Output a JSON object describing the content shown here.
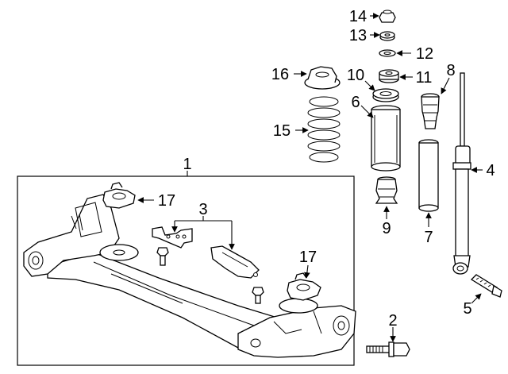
{
  "callouts": [
    {
      "id": "c1",
      "text": "1"
    },
    {
      "id": "c2",
      "text": "2"
    },
    {
      "id": "c3",
      "text": "3"
    },
    {
      "id": "c4",
      "text": "4"
    },
    {
      "id": "c5",
      "text": "5"
    },
    {
      "id": "c6",
      "text": "6"
    },
    {
      "id": "c7",
      "text": "7"
    },
    {
      "id": "c8",
      "text": "8"
    },
    {
      "id": "c9",
      "text": "9"
    },
    {
      "id": "c10",
      "text": "10"
    },
    {
      "id": "c11",
      "text": "11"
    },
    {
      "id": "c12",
      "text": "12"
    },
    {
      "id": "c13",
      "text": "13"
    },
    {
      "id": "c14",
      "text": "14"
    },
    {
      "id": "c15",
      "text": "15"
    },
    {
      "id": "c16",
      "text": "16"
    },
    {
      "id": "c17a",
      "text": "17"
    },
    {
      "id": "c17b",
      "text": "17"
    }
  ],
  "parts": {
    "1": "rear-axle-beam",
    "2": "axle-mount-bolt",
    "3": "heat-shield-brackets",
    "4": "shock-absorber",
    "5": "shock-lower-bolt",
    "6": "dust-boot",
    "7": "protector",
    "8": "bump-stop-upper",
    "9": "bump-stop-lower",
    "10": "upper-mount",
    "11": "mount-bushing",
    "12": "washer",
    "13": "washer",
    "14": "nut",
    "15": "coil-spring",
    "16": "spring-seat",
    "17": "spring-pad"
  }
}
